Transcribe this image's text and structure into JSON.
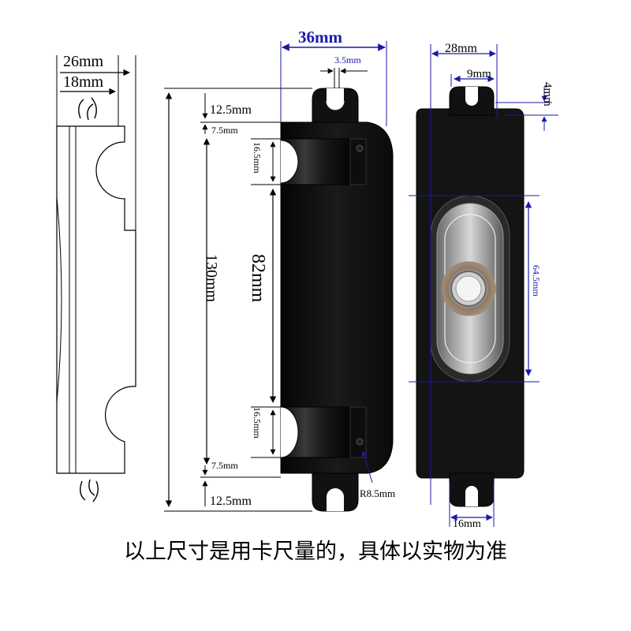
{
  "side_view": {
    "overall_depth": "26mm",
    "inner_depth": "18mm"
  },
  "front_view": {
    "overall_width": "36mm",
    "tab_offset": "3.5mm",
    "tab_height_top": "12.5mm",
    "tab_height_bottom": "12.5mm",
    "edge_top": "7.5mm",
    "edge_bottom": "7.5mm",
    "clip_top": "16.5mm",
    "clip_bottom": "16.5mm",
    "clip_spacing": "82mm",
    "overall_height": "130mm",
    "corner_radius": "R8.5mm"
  },
  "back_view": {
    "overall_width": "28mm",
    "slot_width": "9mm",
    "tab_protrusion": "4mm",
    "window_height": "64.5mm",
    "bottom_tab_width": "16mm"
  },
  "caption": "以上尺寸是用卡尺量的，具体以实物为准",
  "colors": {
    "dimension_blue": "#1a1aa8",
    "body_black": "#111111"
  }
}
